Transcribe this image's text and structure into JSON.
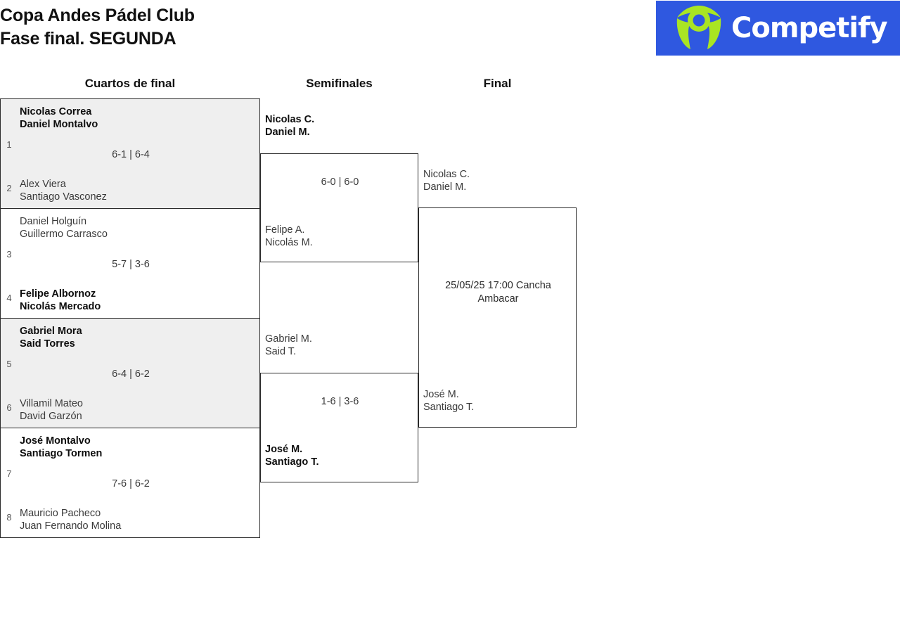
{
  "header": {
    "title_line1": "Copa Andes Pádel Club",
    "title_line2": "Fase final. SEGUNDA",
    "logo": {
      "wordmark": "Competify",
      "icon": "person-in-circle-icon",
      "bg_color": "#2f58e0",
      "mark_color": "#a9e523",
      "text_color": "#ffffff"
    }
  },
  "rounds": {
    "quarterfinals_label": "Cuartos de final",
    "semifinals_label": "Semifinales",
    "final_label": "Final"
  },
  "colors": {
    "row_alt_bg": "#efefef",
    "row_bg": "#ffffff",
    "border": "#2b2b2b",
    "winner_text": "#0d0d0d",
    "loser_text": "#3a3a3a"
  },
  "quarterfinals": [
    {
      "shade": "gray",
      "top": {
        "seed": "1",
        "player1": "Nicolas Correa",
        "player2": "Daniel Montalvo",
        "winner": true
      },
      "bottom": {
        "seed": "2",
        "player1": "Alex Viera",
        "player2": "Santiago Vasconez",
        "winner": false
      },
      "score": "6-1 | 6-4"
    },
    {
      "shade": "white",
      "top": {
        "seed": "3",
        "player1": "Daniel Holguín",
        "player2": "Guillermo Carrasco",
        "winner": false
      },
      "bottom": {
        "seed": "4",
        "player1": "Felipe Albornoz",
        "player2": "Nicolás Mercado",
        "winner": true
      },
      "score": "5-7 | 3-6"
    },
    {
      "shade": "gray",
      "top": {
        "seed": "5",
        "player1": "Gabriel Mora",
        "player2": "Said Torres",
        "winner": true
      },
      "bottom": {
        "seed": "6",
        "player1": "Villamil Mateo",
        "player2": "David Garzón",
        "winner": false
      },
      "score": "6-4 | 6-2"
    },
    {
      "shade": "white",
      "top": {
        "seed": "7",
        "player1": "José Montalvo",
        "player2": "Santiago Tormen",
        "winner": true
      },
      "bottom": {
        "seed": "8",
        "player1": "Mauricio Pacheco",
        "player2": "Juan Fernando Molina",
        "winner": false
      },
      "score": "7-6 | 6-2"
    }
  ],
  "semifinals": [
    {
      "top": {
        "player1": "Nicolas C.",
        "player2": "Daniel M.",
        "winner": true
      },
      "bottom": {
        "player1": "Felipe A.",
        "player2": "Nicolás M.",
        "winner": false
      },
      "score": "6-0 | 6-0"
    },
    {
      "top": {
        "player1": "Gabriel M.",
        "player2": "Said T.",
        "winner": false
      },
      "bottom": {
        "player1": "José M.",
        "player2": "Santiago T.",
        "winner": true
      },
      "score": "1-6 | 3-6"
    }
  ],
  "final": {
    "top": {
      "player1": "Nicolas C.",
      "player2": "Daniel M.",
      "winner": false
    },
    "bottom": {
      "player1": "José M.",
      "player2": "Santiago T.",
      "winner": false
    },
    "schedule_line1": "25/05/25 17:00 Cancha",
    "schedule_line2": "Ambacar"
  }
}
